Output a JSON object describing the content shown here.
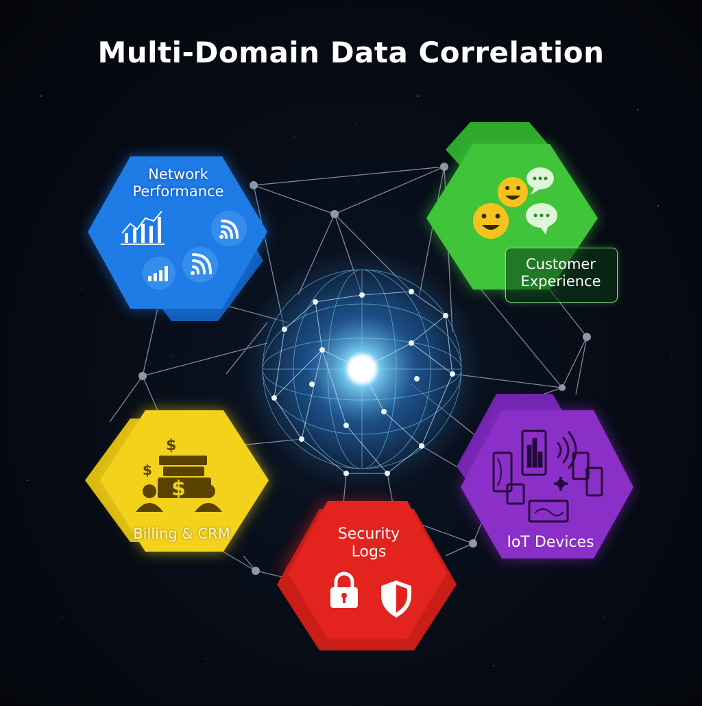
{
  "title": "Multi-Domain Data Correlation",
  "domains": {
    "network": {
      "label_line1": "Network",
      "label_line2": "Performance",
      "color": "#1f7be6"
    },
    "customer": {
      "label_line1": "Customer",
      "label_line2": "Experience",
      "color": "#3fc43a"
    },
    "billing": {
      "label": "Billing & CRM",
      "color": "#f2d21a"
    },
    "security": {
      "label_line1": "Security",
      "label_line2": "Logs",
      "color": "#e3231d"
    },
    "iot": {
      "label": "IoT Devices",
      "color": "#8a2fc8"
    }
  },
  "center": {
    "icon": "globe-network-icon",
    "color": "#7fd8ff"
  },
  "icons": {
    "network": [
      "line-chart-icon",
      "wifi-signal-icon",
      "bar-chart-icon",
      "wifi-signal-icon"
    ],
    "customer": [
      "smiley-icon",
      "smiley-icon",
      "chat-bubble-icon",
      "chat-bubble-icon"
    ],
    "billing": [
      "dollar-sign-icon",
      "dollar-sign-icon",
      "money-stack-icon",
      "people-icon"
    ],
    "security": [
      "padlock-icon",
      "shield-icon"
    ],
    "iot": [
      "tablet-icon",
      "phone-icon",
      "wireless-signal-icon",
      "monitor-icon",
      "gear-icon"
    ]
  }
}
